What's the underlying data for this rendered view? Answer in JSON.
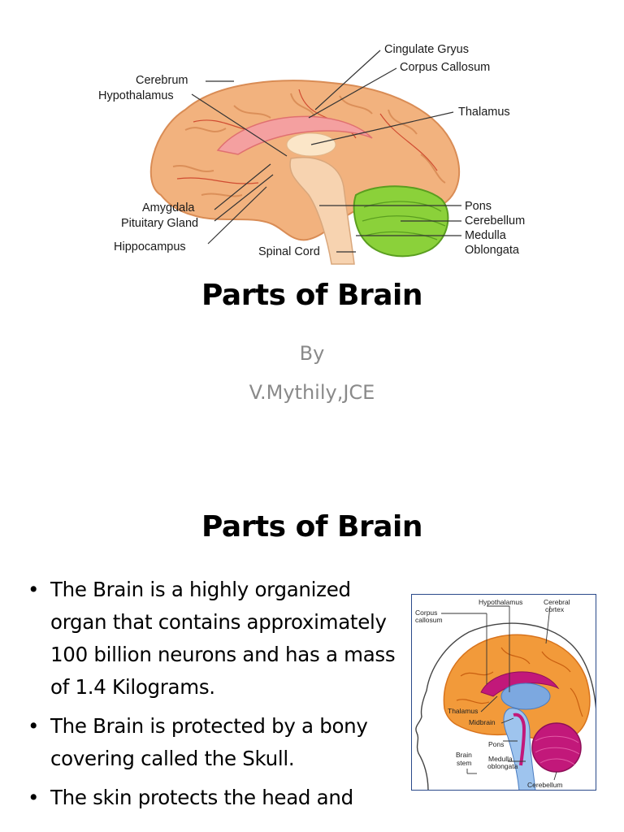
{
  "slide1": {
    "title": "Parts of Brain",
    "by": "By",
    "author": "V.Mythily,JCE",
    "diagram_labels": {
      "cingulate": "Cingulate Gryus",
      "corpus": "Corpus Callosum",
      "cerebrum": "Cerebrum",
      "hypothalamus": "Hypothalamus",
      "thalamus": "Thalamus",
      "amygdala": "Amygdala",
      "pituitary": "Pituitary Gland",
      "hippocampus": "Hippocampus",
      "spinal": "Spinal Cord",
      "pons": "Pons",
      "cerebellum": "Cerebellum",
      "medulla": "Medulla",
      "oblongata": "Oblongata"
    }
  },
  "slide2": {
    "title": "Parts of Brain",
    "bullets": [
      "The Brain is a highly organized organ that contains approximately 100 billion neurons and has a mass of 1.4 Kilograms.",
      "The Brain is protected by a bony covering  called the Skull.",
      "The skin protects the head and"
    ],
    "diagram_labels": {
      "hypothalamus": "Hypothalamus",
      "cerebral1": "Cerebral",
      "cerebral2": "cortex",
      "corpus1": "Corpus",
      "corpus2": "callosum",
      "thalamus": "Thalamus",
      "midbrain": "Midbrain",
      "pons": "Pons",
      "brain1": "Brain",
      "brain2": "stem",
      "medulla1": "Medulla",
      "medulla2": "oblongata",
      "cerebellum": "Cerebellum"
    }
  }
}
